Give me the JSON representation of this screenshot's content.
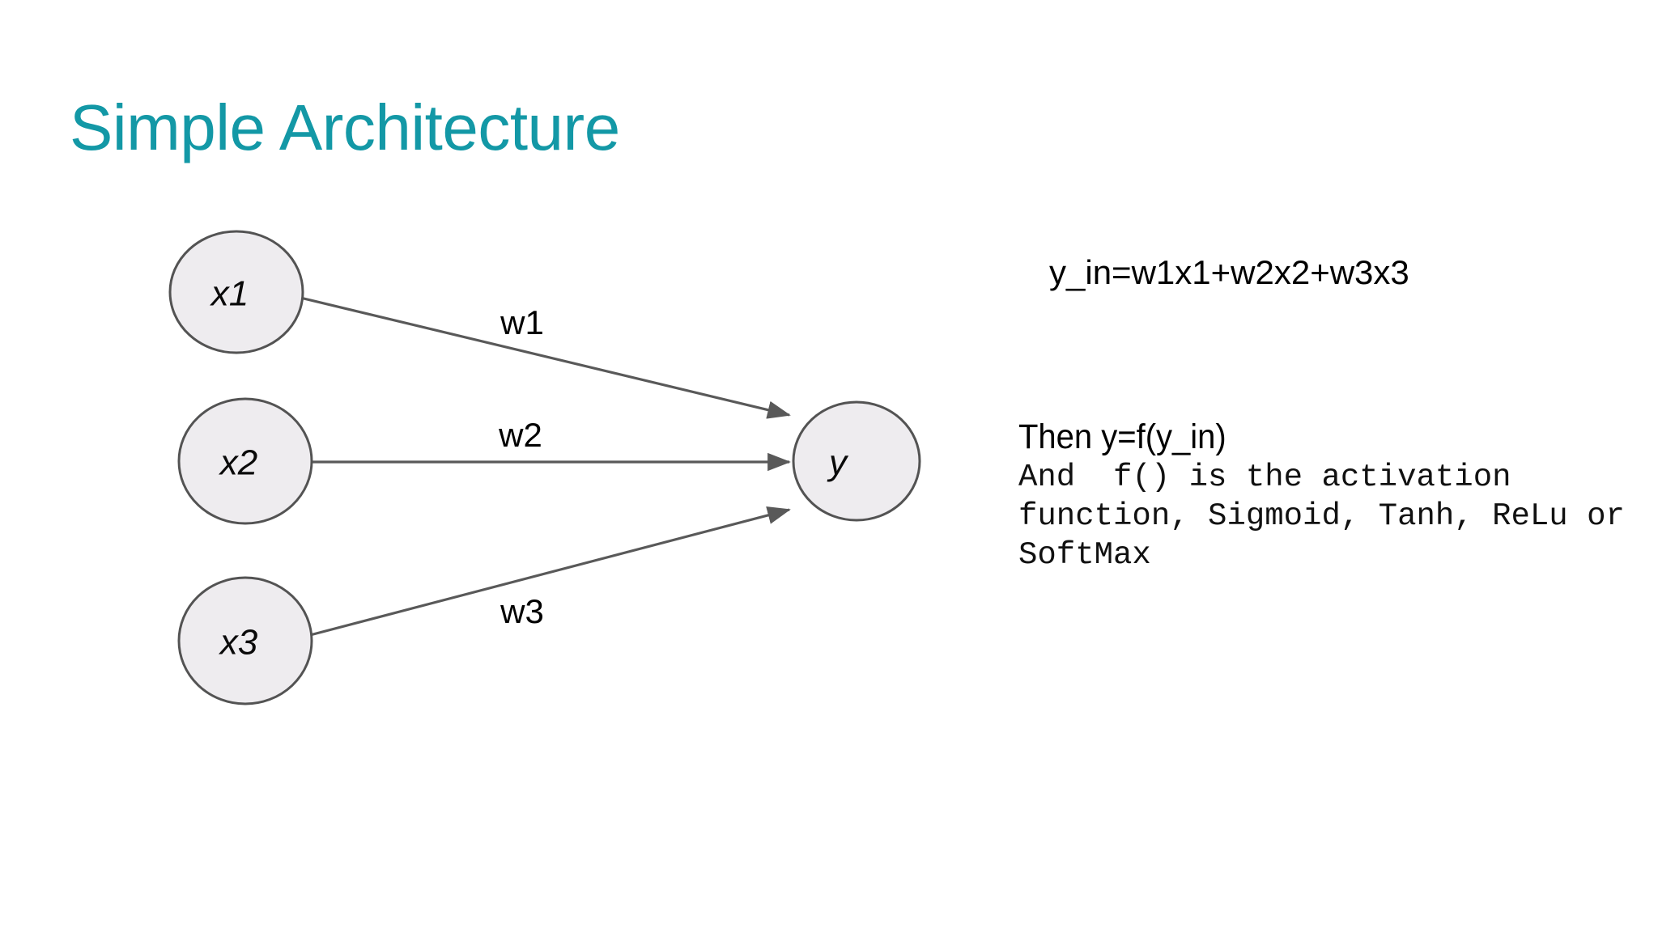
{
  "slide": {
    "title": "Simple Architecture",
    "title_color": "#1398a6",
    "background_color": "#ffffff"
  },
  "diagram": {
    "node_fill": "#eeecef",
    "node_stroke": "#535353",
    "edge_stroke": "#595959",
    "input_nodes": [
      {
        "id": "x1",
        "label": "x1"
      },
      {
        "id": "x2",
        "label": "x2"
      },
      {
        "id": "x3",
        "label": "x3"
      }
    ],
    "output_node": {
      "id": "y",
      "label": "y"
    },
    "edges": [
      {
        "from": "x1",
        "to": "y",
        "weight_label": "w1"
      },
      {
        "from": "x2",
        "to": "y",
        "weight_label": "w2"
      },
      {
        "from": "x3",
        "to": "y",
        "weight_label": "w3"
      }
    ]
  },
  "annotations": {
    "net_input_formula": "y_in=w1x1+w2x2+w3x3",
    "activation_heading": "Then y=f(y_in)",
    "activation_body": "And  f() is the activation function, Sigmoid, Tanh, ReLu or SoftMax",
    "activation_body_lines": [
      "And  f() is the activation",
      "function, Sigmoid, Tanh, ReLu or",
      "SoftMax"
    ]
  }
}
